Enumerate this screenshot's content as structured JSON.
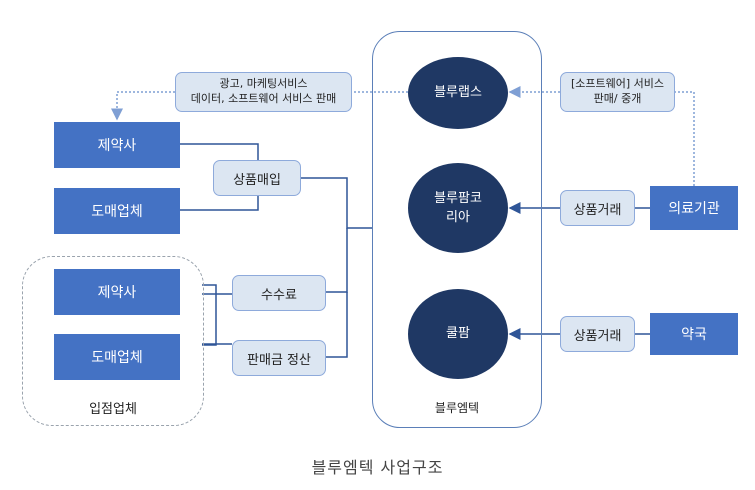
{
  "nodes": {
    "pharma_top": "제약사",
    "wholesaler_top": "도매업체",
    "pharma_bottom": "제약사",
    "wholesaler_bottom": "도매업체",
    "tenant_group_label": "입점업체",
    "bluelabs": "블루랩스",
    "bluepharm_korea": "블루팜코\n리아",
    "coolpharm": "쿨팜",
    "bluemtech_label": "블루엠텍",
    "medical_institution": "의료기관",
    "pharmacy": "약국"
  },
  "edge_labels": {
    "ads": "광고, 마케팅서비스\n데이터, 소프트웨어 서비스 판매",
    "software": "[소프트웨어] 서비스\n판매/ 중개",
    "purchase": "상품매입",
    "commission": "수수료",
    "settlement": "판매금 정산",
    "trade_medical": "상품거래",
    "trade_pharmacy": "상품거래"
  },
  "caption": "블루엠텍 사업구조",
  "colors": {
    "box_blue": "#4472c4",
    "circle_navy": "#1f3864",
    "pill_fill": "#dce6f2",
    "pill_border": "#8eaadb",
    "connector": "#2f5597",
    "dotted": "#7f9fd4"
  }
}
